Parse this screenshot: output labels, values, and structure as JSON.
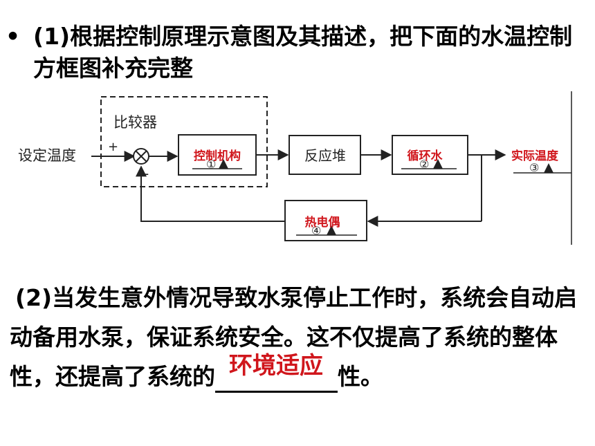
{
  "question1": {
    "bullet": "•",
    "text": "(1)根据控制原理示意图及其描述，把下面的水温控制方框图补充完整"
  },
  "diagram": {
    "comparator_label": "比较器",
    "input_label": "设定温度",
    "plus_sign": "+",
    "minus_sign": "-",
    "blocks": {
      "controller": {
        "answer": "控制机构",
        "number": "①"
      },
      "reactor": {
        "label": "反应堆"
      },
      "water": {
        "answer": "循环水",
        "number": "②"
      },
      "output": {
        "answer": "实际温度",
        "number": "③"
      },
      "sensor": {
        "answer": "热电偶",
        "number": "④"
      }
    },
    "colors": {
      "answer": "#d0161c",
      "line": "#222222"
    }
  },
  "question2": {
    "text_before": "(2)当发生意外情况导致水泵停止工作时，系统会自动启动备用水泵，保证系统安全。这不仅提高了系统的整体性，还提高了系统的",
    "answer": "环境适应",
    "text_after": "性。"
  }
}
